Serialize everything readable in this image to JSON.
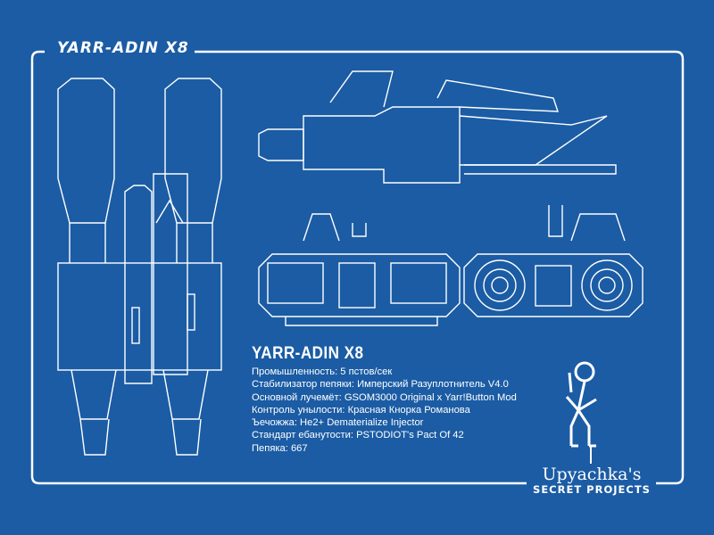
{
  "title": "YARR-ADIN X8",
  "specs": {
    "heading": "YARR-ADIN X8",
    "lines": [
      "Промышленность: 5 пстов/сек",
      "Стабилизатор пепяки: Имперский Разуплотнитель V4.0",
      "Основной лучемёт: GSOM3000 Original x Yarr!Button Mod",
      "Контроль унылости: Красная Кнорка Романова",
      "Ъечожжа:  He2+ Dematerialize Injector",
      "Стандарт ебанутости:  PSTODIOT's Pact Of 42",
      "Пепяка: 667"
    ]
  },
  "brand": {
    "name": "Upyachka's",
    "subtitle": "SECRET PROJECTS"
  },
  "colors": {
    "background": "#1b5ca4",
    "line": "#ffffff"
  }
}
